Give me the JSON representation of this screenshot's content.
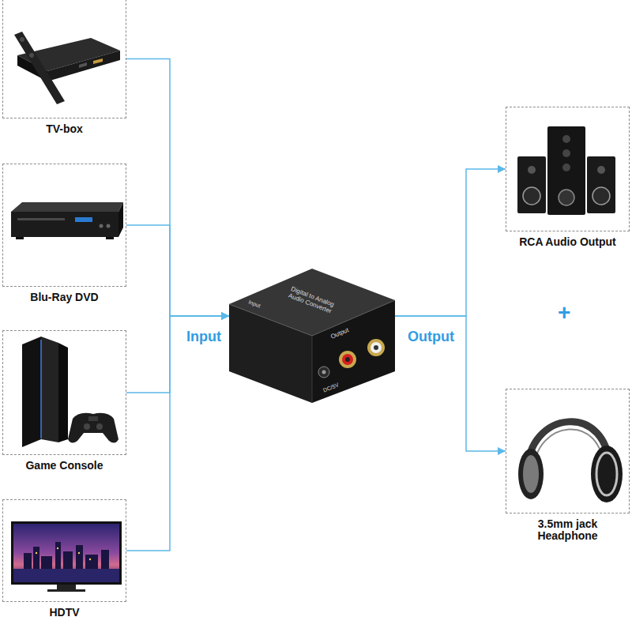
{
  "diagram": {
    "nodes": [
      {
        "text": [
          "TV-box"
        ]
      },
      {
        "text": [
          "Blu-Ray DVD"
        ]
      },
      {
        "text": [
          "Game Console"
        ]
      },
      {
        "text": [
          "HDTV"
        ]
      },
      {
        "text": [
          "Digital to Analog Audio Converter",
          "Input",
          "Output",
          "DC/5V"
        ]
      },
      {
        "text": [
          "RCA Audio Output"
        ]
      },
      {
        "text": [
          "3.5mm jack Headphone"
        ]
      }
    ],
    "edges": [
      {
        "from": 0,
        "to": 4,
        "arrow": "to"
      },
      {
        "from": 1,
        "to": 4,
        "arrow": "to"
      },
      {
        "from": 2,
        "to": 4,
        "arrow": "to"
      },
      {
        "from": 3,
        "to": 4,
        "arrow": "to"
      },
      {
        "from": 4,
        "to": 5,
        "arrow": "to"
      },
      {
        "from": 4,
        "to": 6,
        "arrow": "to"
      }
    ],
    "labels": [
      "Input",
      "Output",
      "+"
    ]
  }
}
